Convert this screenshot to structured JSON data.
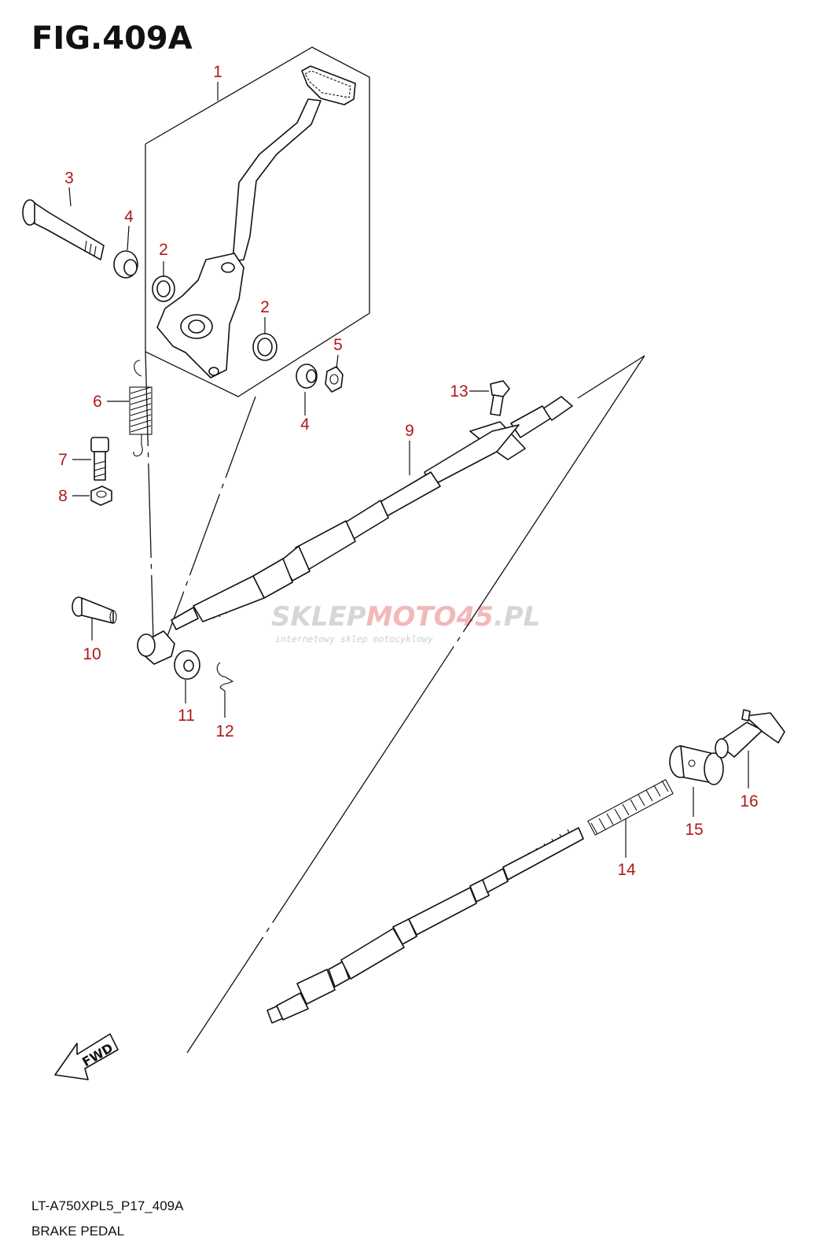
{
  "figure": {
    "title": "FIG.409A"
  },
  "callouts": [
    "1",
    "2",
    "2",
    "3",
    "4",
    "4",
    "5",
    "6",
    "7",
    "8",
    "9",
    "10",
    "11",
    "12",
    "13",
    "14",
    "15",
    "16"
  ],
  "watermark": {
    "part_a": "SKLEP",
    "part_b": "MOTO",
    "part_c": "45",
    "part_d": ".PL",
    "tagline": "internetowy sklep motocyklowy"
  },
  "direction_marker": {
    "label": "FWD"
  },
  "footer": {
    "code": "LT-A750XPL5_P17_409A",
    "caption": "BRAKE PEDAL"
  },
  "colors": {
    "callout": "#b01818",
    "line": "#111111",
    "watermark_red": "#f3b8b8"
  }
}
